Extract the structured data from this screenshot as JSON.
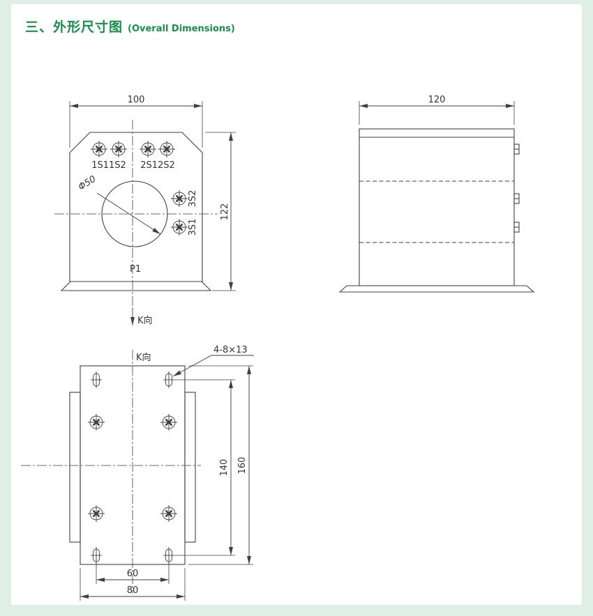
{
  "page": {
    "background": "#dfeee6",
    "panel": "#ffffff",
    "line_color": "#3f3f3f",
    "title_color": "#14914a"
  },
  "header": {
    "title_cn": "三、外形尺寸图",
    "title_en": "(Overall Dimensions)"
  },
  "front_view": {
    "dim_width": "100",
    "dim_height": "122",
    "terminals_left": "1S11S2",
    "terminals_right": "2S12S2",
    "hole_diameter": "Φ50",
    "terminal_upper": "3S2",
    "terminal_lower": "3S1",
    "primary_label": "P1",
    "view_arrow_label": "K向"
  },
  "side_view": {
    "dim_width": "120"
  },
  "bottom_view": {
    "view_label": "K向",
    "slot_spec": "4-8×13",
    "dim_hole_span": "140",
    "dim_length": "160",
    "dim_hole_pitch": "60",
    "dim_width": "80"
  }
}
